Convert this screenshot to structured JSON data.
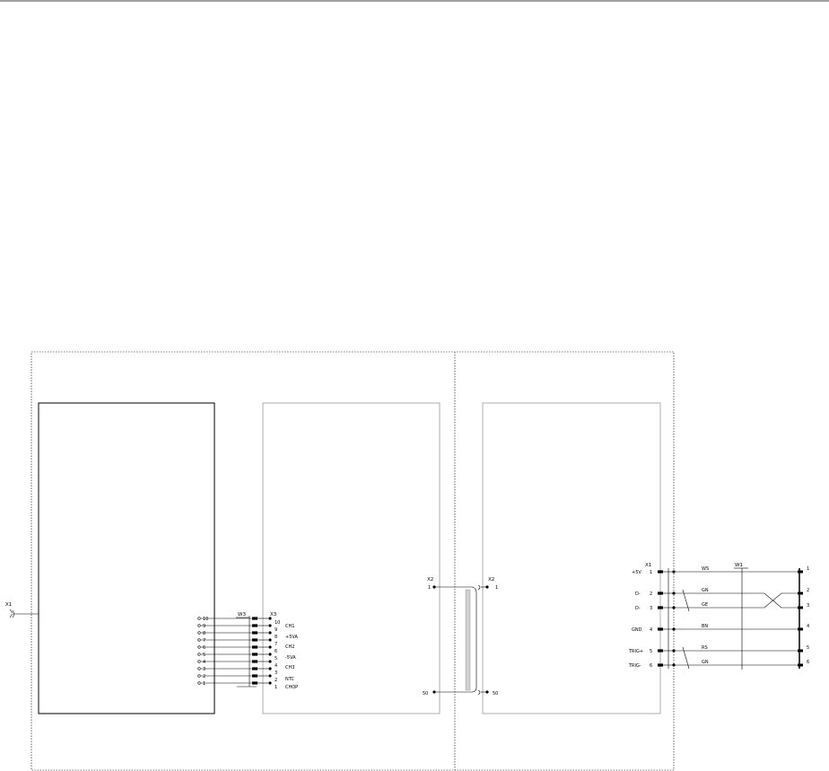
{
  "left_connector": {
    "label": "X1"
  },
  "w3": {
    "label": "W3",
    "pins": [
      "10",
      "9",
      "8",
      "7",
      "6",
      "5",
      "4",
      "3",
      "2",
      "1"
    ]
  },
  "x3": {
    "label": "X3",
    "pins": [
      "10",
      "9",
      "8",
      "7",
      "6",
      "5",
      "4",
      "3",
      "2",
      "1"
    ],
    "signals": [
      "CH1",
      "+5VA",
      "CH2",
      "-5VA",
      "CH3",
      "NTC",
      "CHOP"
    ]
  },
  "x2_left": {
    "label": "X2",
    "top_pin": "1",
    "bottom_pin": "50"
  },
  "x2_right": {
    "label": "X2",
    "top_pin": "1",
    "bottom_pin": "50"
  },
  "x1_right": {
    "label": "X1",
    "pins": [
      {
        "name": "+5V",
        "num": "1"
      },
      {
        "name": "D-",
        "num": "2"
      },
      {
        "name": "D-",
        "num": "3"
      },
      {
        "name": "GND",
        "num": "4"
      },
      {
        "name": "TRIG+",
        "num": "5"
      },
      {
        "name": "TRIG-",
        "num": "6"
      }
    ]
  },
  "w1": {
    "label": "W1",
    "wire_colors": [
      "WS",
      "GN",
      "GE",
      "BN",
      "RS",
      "GN"
    ],
    "end_pins": [
      "1",
      "2",
      "3",
      "4",
      "5",
      "6"
    ]
  }
}
